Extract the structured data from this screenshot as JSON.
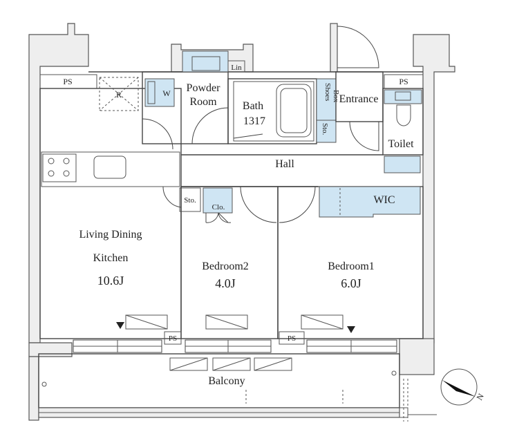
{
  "rooms": {
    "ldk_line1": "Living Dining",
    "ldk_line2": "Kitchen",
    "ldk_size": "10.6J",
    "bed2_name": "Bedroom2",
    "bed2_size": "4.0J",
    "bed1_name": "Bedroom1",
    "bed1_size": "6.0J",
    "hall": "Hall",
    "powder_line1": "Powder",
    "powder_line2": "Room",
    "bath_name": "Bath",
    "bath_size": "1317",
    "entrance": "Entrance",
    "toilet": "Toilet",
    "wic": "WIC",
    "balcony": "Balcony"
  },
  "fixtures": {
    "ps": "PS",
    "refrigerator": "R",
    "washer": "W",
    "linen": "Lin",
    "storage": "Sto.",
    "closet": "Clo.",
    "shoes_line1": "Shoes",
    "shoes_line2": "Box"
  },
  "compass": {
    "label": "N"
  },
  "colors": {
    "storage_fill": "#cfe5f3",
    "wall_fill": "#eeeeee",
    "line": "#444444"
  }
}
